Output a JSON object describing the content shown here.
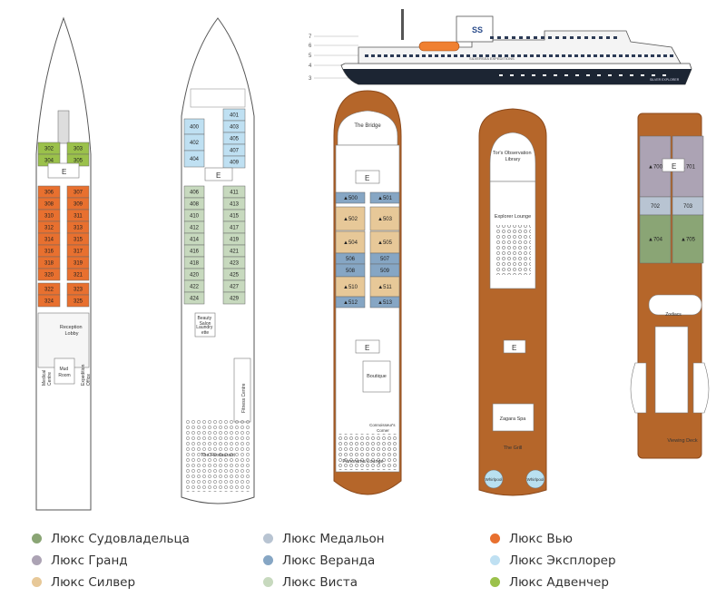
{
  "colors": {
    "owner": "#8aa575",
    "grand": "#aca3b4",
    "silver": "#e7c898",
    "view": "#e8702f",
    "medallion": "#b8c4d2",
    "veranda": "#86a6c4",
    "vista": "#c7d9be",
    "explorer": "#bfe0f2",
    "adventure": "#9bc14b",
    "wood": "#b5662a",
    "woodDark": "#8c4a1c",
    "outline": "#555555",
    "hullDark": "#1c2533"
  },
  "ship": {
    "levels": [
      "7",
      "6",
      "5",
      "4",
      "3"
    ],
    "name_on_hull": "SILVERSEA EXPEDITIONS",
    "name_stern": "SILVER EXPLORER"
  },
  "deck3": {
    "suites_left": [
      "302",
      "304",
      "306",
      "308",
      "310",
      "312",
      "314",
      "316",
      "318",
      "320",
      "322",
      "324"
    ],
    "suites_right": [
      "303",
      "305",
      "307",
      "309",
      "311",
      "313",
      "315",
      "317",
      "319",
      "321",
      "323",
      "325"
    ],
    "reception": "Reception\nLobby",
    "medical": "Medical\nCentre",
    "mudroom": "Mud\nRoom",
    "expedition": "Expedition\nOffice"
  },
  "deck4": {
    "suites_left": [
      "400",
      "402",
      "404",
      "406",
      "408",
      "410",
      "412",
      "414",
      "416",
      "418",
      "420",
      "422",
      "424"
    ],
    "suites_right": [
      "401",
      "403",
      "405",
      "407",
      "409",
      "411",
      "413",
      "415",
      "417",
      "419",
      "421",
      "423",
      "425",
      "427",
      "429"
    ],
    "beauty": "Beauty\nSalon",
    "laundry": "Laundry\nette",
    "fitness": "Fitness Centre",
    "restaurant": "The Restaurant"
  },
  "deck5": {
    "bridge": "The Bridge",
    "suites_left": [
      "▲500",
      "▲502",
      "▲504",
      "506",
      "508",
      "▲510",
      "▲512"
    ],
    "suites_right": [
      "▲501",
      "▲503",
      "▲505",
      "507",
      "509",
      "▲511",
      "▲513"
    ],
    "boutique": "Boutique",
    "concierge": "Connoisseur's\nCorner",
    "lounge": "Panorama Lounge"
  },
  "deck6": {
    "library": "Tor's Observation\nLibrary",
    "explorer_lounge": "Explorer Lounge",
    "spa": "Zagara Spa",
    "grill": "The Grill",
    "whirlpool_left": "Whirlpool",
    "whirlpool_right": "Whirlpool"
  },
  "deck7": {
    "suites": [
      "▲700",
      "▲701",
      "702",
      "703",
      "▲704",
      "▲705"
    ],
    "zodiacs": "Zodiacs",
    "viewing": "Viewing Deck"
  },
  "legend": [
    {
      "label": "Люкс Судовладельца",
      "color": "#8aa575"
    },
    {
      "label": "Люкс Гранд",
      "color": "#aca3b4"
    },
    {
      "label": "Люкс Силвер",
      "color": "#e7c898"
    },
    {
      "label": "Люкс Медальон",
      "color": "#b8c4d2"
    },
    {
      "label": "Люкс Веранда",
      "color": "#86a6c4"
    },
    {
      "label": "Люкс Виста",
      "color": "#c7d9be"
    },
    {
      "label": "Люкс Вью",
      "color": "#e8702f"
    },
    {
      "label": "Люкс Эксплорер",
      "color": "#bfe0f2"
    },
    {
      "label": "Люкс Адвенчер",
      "color": "#9bc14b"
    }
  ]
}
